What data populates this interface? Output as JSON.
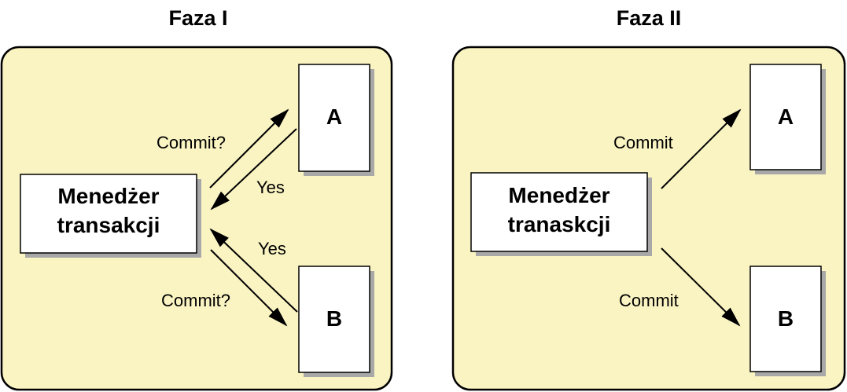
{
  "colors": {
    "panel_fill": "#faf4c3",
    "box_fill": "#ffffff",
    "shadow": "#a8a8a8",
    "stroke": "#000000"
  },
  "phase1": {
    "title": "Faza I",
    "manager": {
      "line1": "Menedżer",
      "line2": "transakcji"
    },
    "node_a": "A",
    "node_b": "B",
    "msg_commit_a": "Commit?",
    "msg_yes_a": "Yes",
    "msg_yes_b": "Yes",
    "msg_commit_b": "Commit?"
  },
  "phase2": {
    "title": "Faza II",
    "manager": {
      "line1": "Menedżer",
      "line2": "tranaskcji"
    },
    "node_a": "A",
    "node_b": "B",
    "msg_commit_a": "Commit",
    "msg_commit_b": "Commit"
  }
}
